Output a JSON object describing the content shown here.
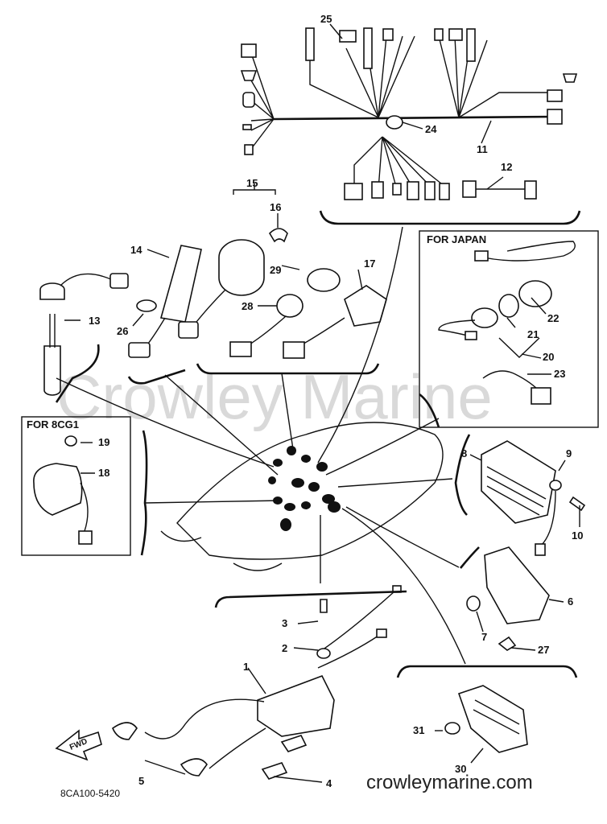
{
  "diagram": {
    "watermark": "Crowley Marine",
    "sections": {
      "for_japan": "FOR JAPAN",
      "for_8cg1": "FOR 8CG1"
    },
    "part_numbers": [
      "1",
      "2",
      "3",
      "4",
      "5",
      "6",
      "7",
      "8",
      "9",
      "10",
      "11",
      "12",
      "13",
      "14",
      "15",
      "16",
      "17",
      "18",
      "19",
      "20",
      "21",
      "22",
      "23",
      "24",
      "25",
      "26",
      "27",
      "28",
      "29",
      "30",
      "31"
    ],
    "fwd_arrow": "FWD",
    "drawing_code": "8CA100-5420",
    "website": "crowleymarine.com"
  }
}
